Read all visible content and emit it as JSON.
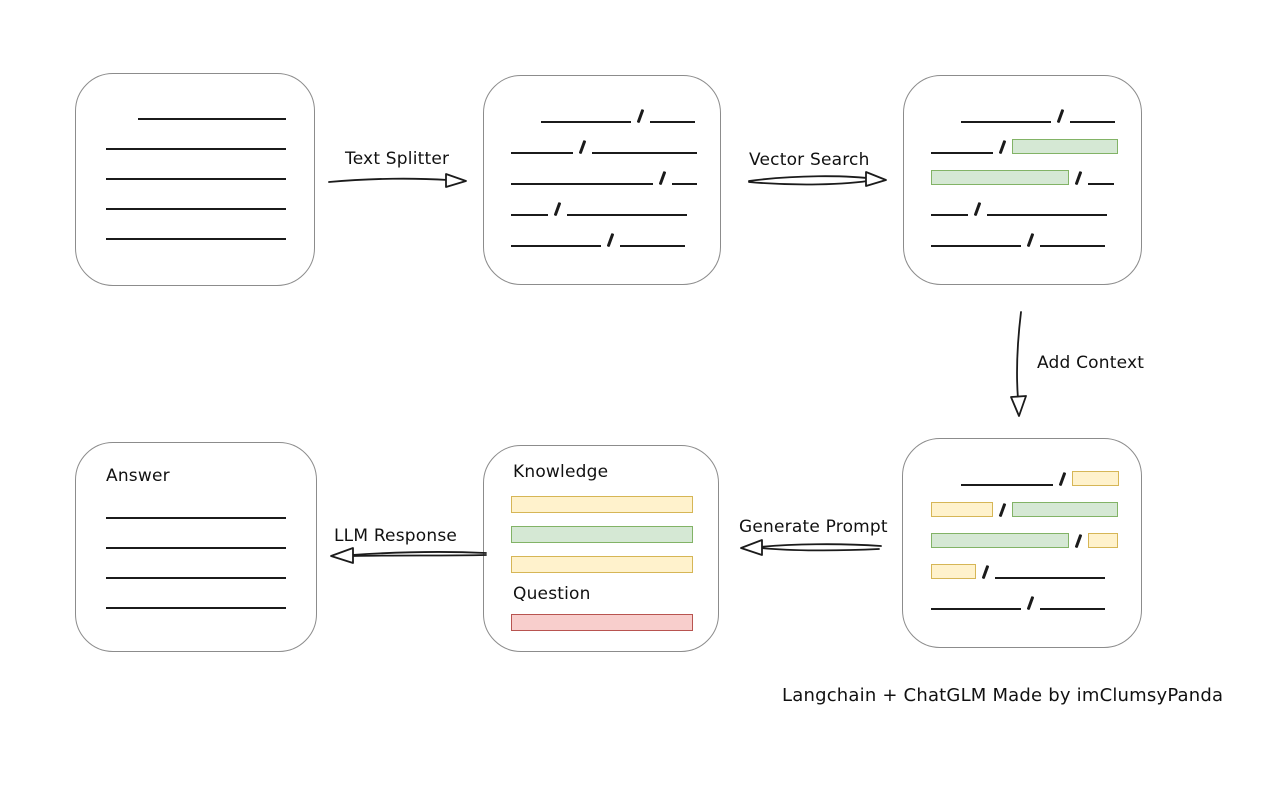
{
  "labels": {
    "text_splitter": "Text Splitter",
    "vector_search": "Vector Search",
    "add_context": "Add Context",
    "generate_prompt": "Generate Prompt",
    "llm_response": "LLM Response",
    "caption": "Langchain + ChatGLM Made by imClumsyPanda"
  },
  "colors": {
    "bg": "#ffffff",
    "text": "#111111",
    "line": "#1b1b1b",
    "box_border": "#8c8c8c",
    "green_fill": "#d5e8d4",
    "green_stroke": "#82b366",
    "yellow_fill": "#fff2cc",
    "yellow_stroke": "#d6b656",
    "red_fill": "#f8cecc",
    "red_stroke": "#b85450"
  },
  "boxes": {
    "document": {
      "rows": [
        [
          {
            "t": "indent",
            "w": 32
          },
          {
            "t": "line",
            "w": 148
          }
        ],
        [
          {
            "t": "line",
            "w": 180
          }
        ],
        [
          {
            "t": "line",
            "w": 180
          }
        ],
        [
          {
            "t": "line",
            "w": 180
          }
        ],
        [
          {
            "t": "line",
            "w": 180
          }
        ]
      ]
    },
    "chunks": {
      "rows": [
        [
          {
            "t": "indent",
            "w": 30
          },
          {
            "t": "line",
            "w": 90
          },
          {
            "t": "slash"
          },
          {
            "t": "line",
            "w": 45
          }
        ],
        [
          {
            "t": "line",
            "w": 62
          },
          {
            "t": "slash"
          },
          {
            "t": "line",
            "w": 105
          }
        ],
        [
          {
            "t": "line",
            "w": 142
          },
          {
            "t": "slash"
          },
          {
            "t": "line",
            "w": 25
          }
        ],
        [
          {
            "t": "line",
            "w": 37
          },
          {
            "t": "slash"
          },
          {
            "t": "line",
            "w": 120
          }
        ],
        [
          {
            "t": "line",
            "w": 90
          },
          {
            "t": "slash"
          },
          {
            "t": "line",
            "w": 65
          }
        ]
      ]
    },
    "vector_results": {
      "rows": [
        [
          {
            "t": "indent",
            "w": 30
          },
          {
            "t": "line",
            "w": 90
          },
          {
            "t": "slash"
          },
          {
            "t": "line",
            "w": 45
          }
        ],
        [
          {
            "t": "line",
            "w": 62
          },
          {
            "t": "slash"
          },
          {
            "t": "bar",
            "c": "green",
            "w": 106
          }
        ],
        [
          {
            "t": "bar",
            "c": "green",
            "w": 138
          },
          {
            "t": "slash"
          },
          {
            "t": "line",
            "w": 26
          }
        ],
        [
          {
            "t": "line",
            "w": 37
          },
          {
            "t": "slash"
          },
          {
            "t": "line",
            "w": 120
          }
        ],
        [
          {
            "t": "line",
            "w": 90
          },
          {
            "t": "slash"
          },
          {
            "t": "line",
            "w": 65
          }
        ]
      ]
    },
    "context": {
      "rows": [
        [
          {
            "t": "indent",
            "w": 30
          },
          {
            "t": "line",
            "w": 92
          },
          {
            "t": "slash"
          },
          {
            "t": "bar",
            "c": "yellow",
            "w": 47
          }
        ],
        [
          {
            "t": "bar",
            "c": "yellow",
            "w": 62
          },
          {
            "t": "slash"
          },
          {
            "t": "bar",
            "c": "green",
            "w": 106
          }
        ],
        [
          {
            "t": "bar",
            "c": "green",
            "w": 138
          },
          {
            "t": "slash"
          },
          {
            "t": "bar",
            "c": "yellow",
            "w": 30
          }
        ],
        [
          {
            "t": "bar",
            "c": "yellow",
            "w": 45
          },
          {
            "t": "slash"
          },
          {
            "t": "line",
            "w": 110
          }
        ],
        [
          {
            "t": "line",
            "w": 90
          },
          {
            "t": "slash"
          },
          {
            "t": "line",
            "w": 65
          }
        ]
      ]
    },
    "prompt": {
      "knowledge_label": "Knowledge",
      "question_label": "Question",
      "knowledge_bars": [
        {
          "c": "yellow"
        },
        {
          "c": "green"
        },
        {
          "c": "yellow"
        }
      ],
      "question_bars": [
        {
          "c": "red"
        }
      ]
    },
    "answer": {
      "label": "Answer",
      "rows": [
        [
          {
            "t": "line",
            "w": 180
          }
        ],
        [
          {
            "t": "line",
            "w": 180
          }
        ],
        [
          {
            "t": "line",
            "w": 180
          }
        ],
        [
          {
            "t": "line",
            "w": 180
          }
        ]
      ]
    }
  }
}
